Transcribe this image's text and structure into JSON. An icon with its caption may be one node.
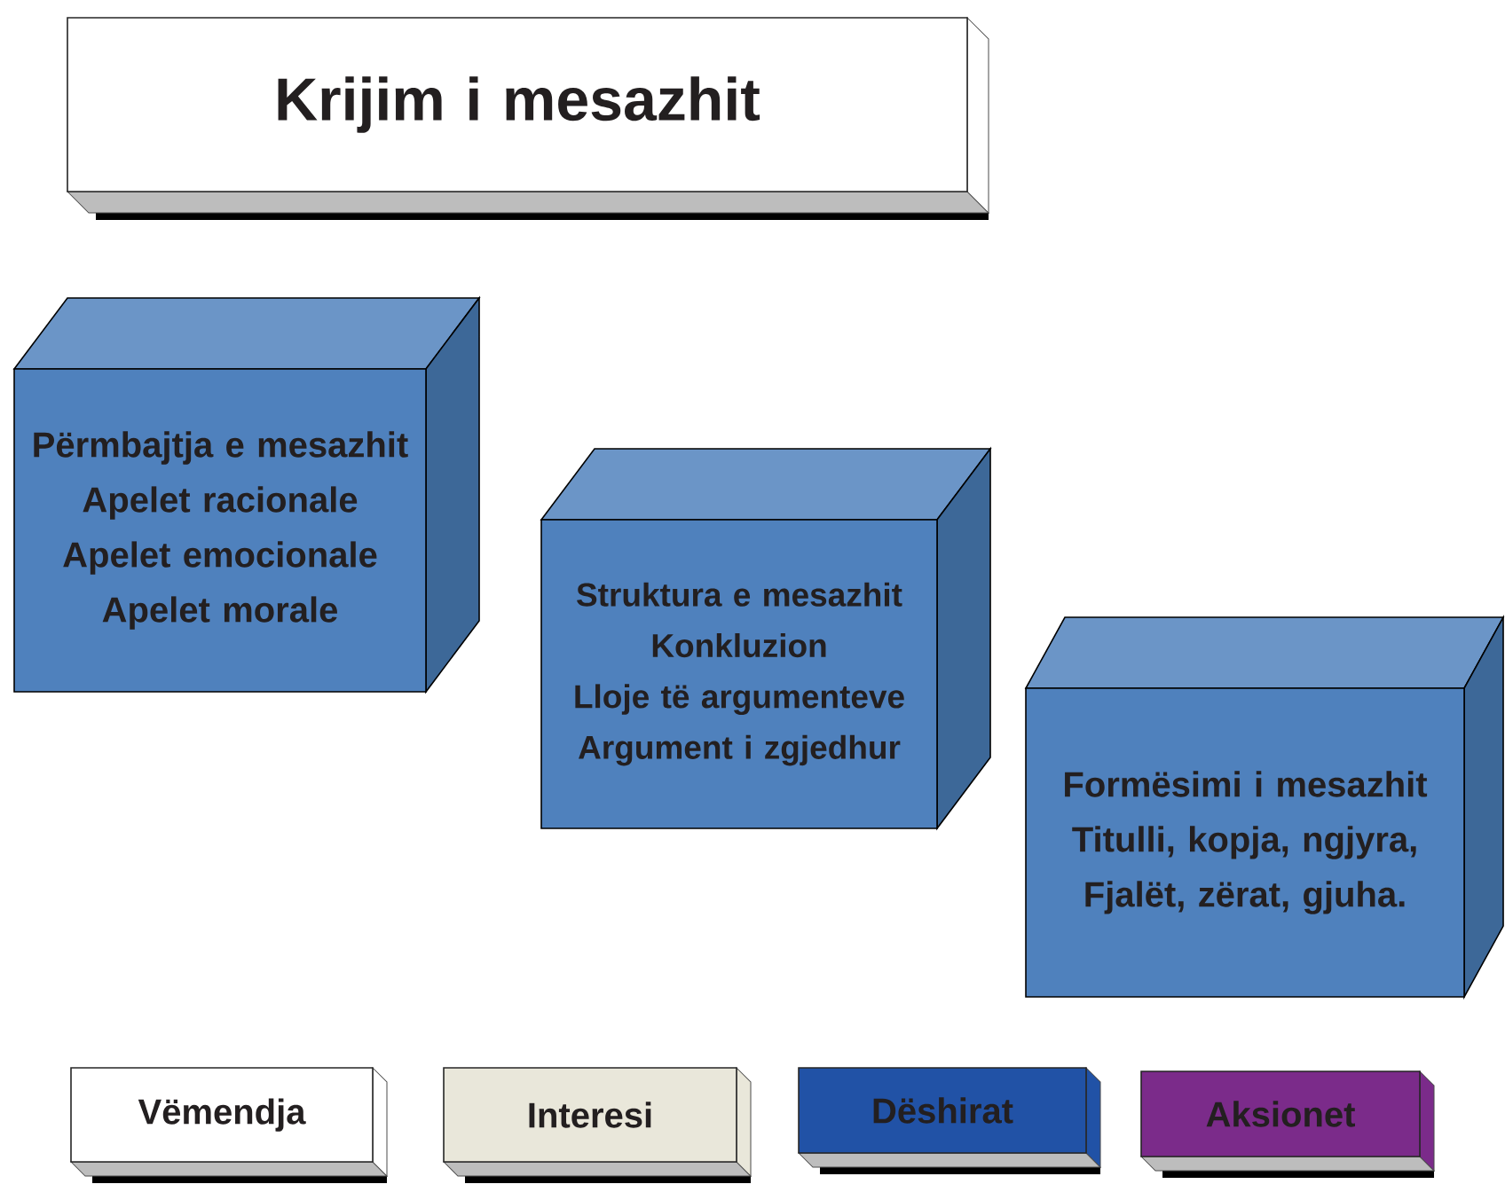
{
  "diagram": {
    "nodes": [
      {
        "text": [
          "Krijim i mesazhit"
        ]
      },
      {
        "text": [
          "Përmbajtja e mesazhit",
          "Apelet racionale",
          "Apelet emocionale",
          "Apelet morale"
        ]
      },
      {
        "text": [
          "Struktura e mesazhit",
          "Konkluzion",
          "Lloje të argumenteve",
          "Argument i zgjedhur"
        ]
      },
      {
        "text": [
          "Formësimi i mesazhit",
          "Titulli, kopja, ngjyra,",
          "Fjalët, zërat, gjuha."
        ]
      },
      {
        "text": [
          "Vëmendja"
        ]
      },
      {
        "text": [
          "Interesi"
        ]
      },
      {
        "text": [
          "Dëshirat"
        ]
      },
      {
        "text": [
          "Aksionet"
        ]
      }
    ]
  }
}
